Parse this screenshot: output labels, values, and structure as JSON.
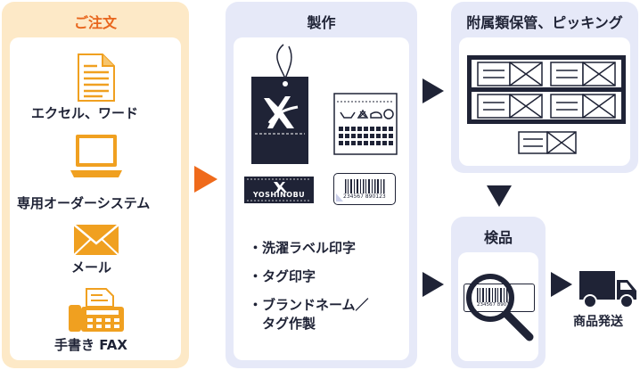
{
  "colors": {
    "navy": "#1f2336",
    "orange": "#f0a020",
    "arrow_orange": "#ef6a1b",
    "panel_orange": "#fde9c7",
    "panel_blue": "#e6e9f8"
  },
  "order": {
    "title": "ご注文",
    "items": [
      {
        "icon": "document-icon",
        "label": "エクセル、ワード"
      },
      {
        "icon": "laptop-icon",
        "label": "専用オーダーシステム"
      },
      {
        "icon": "envelope-icon",
        "label": "メール"
      },
      {
        "icon": "fax-icon",
        "label": "手書き FAX"
      }
    ]
  },
  "manufacturing": {
    "title": "製作",
    "tag_brand": "YOSHINOBU",
    "barcode_number": "234567 890123",
    "bullets": [
      "・洗濯ラベル印字",
      "・タグ印字",
      "・ブランドネーム／",
      "　タグ作製"
    ]
  },
  "storage": {
    "title": "附属類保管、ピッキング"
  },
  "inspection": {
    "title": "検品",
    "barcode_number": "234567 89010"
  },
  "shipping": {
    "label": "商品発送"
  }
}
